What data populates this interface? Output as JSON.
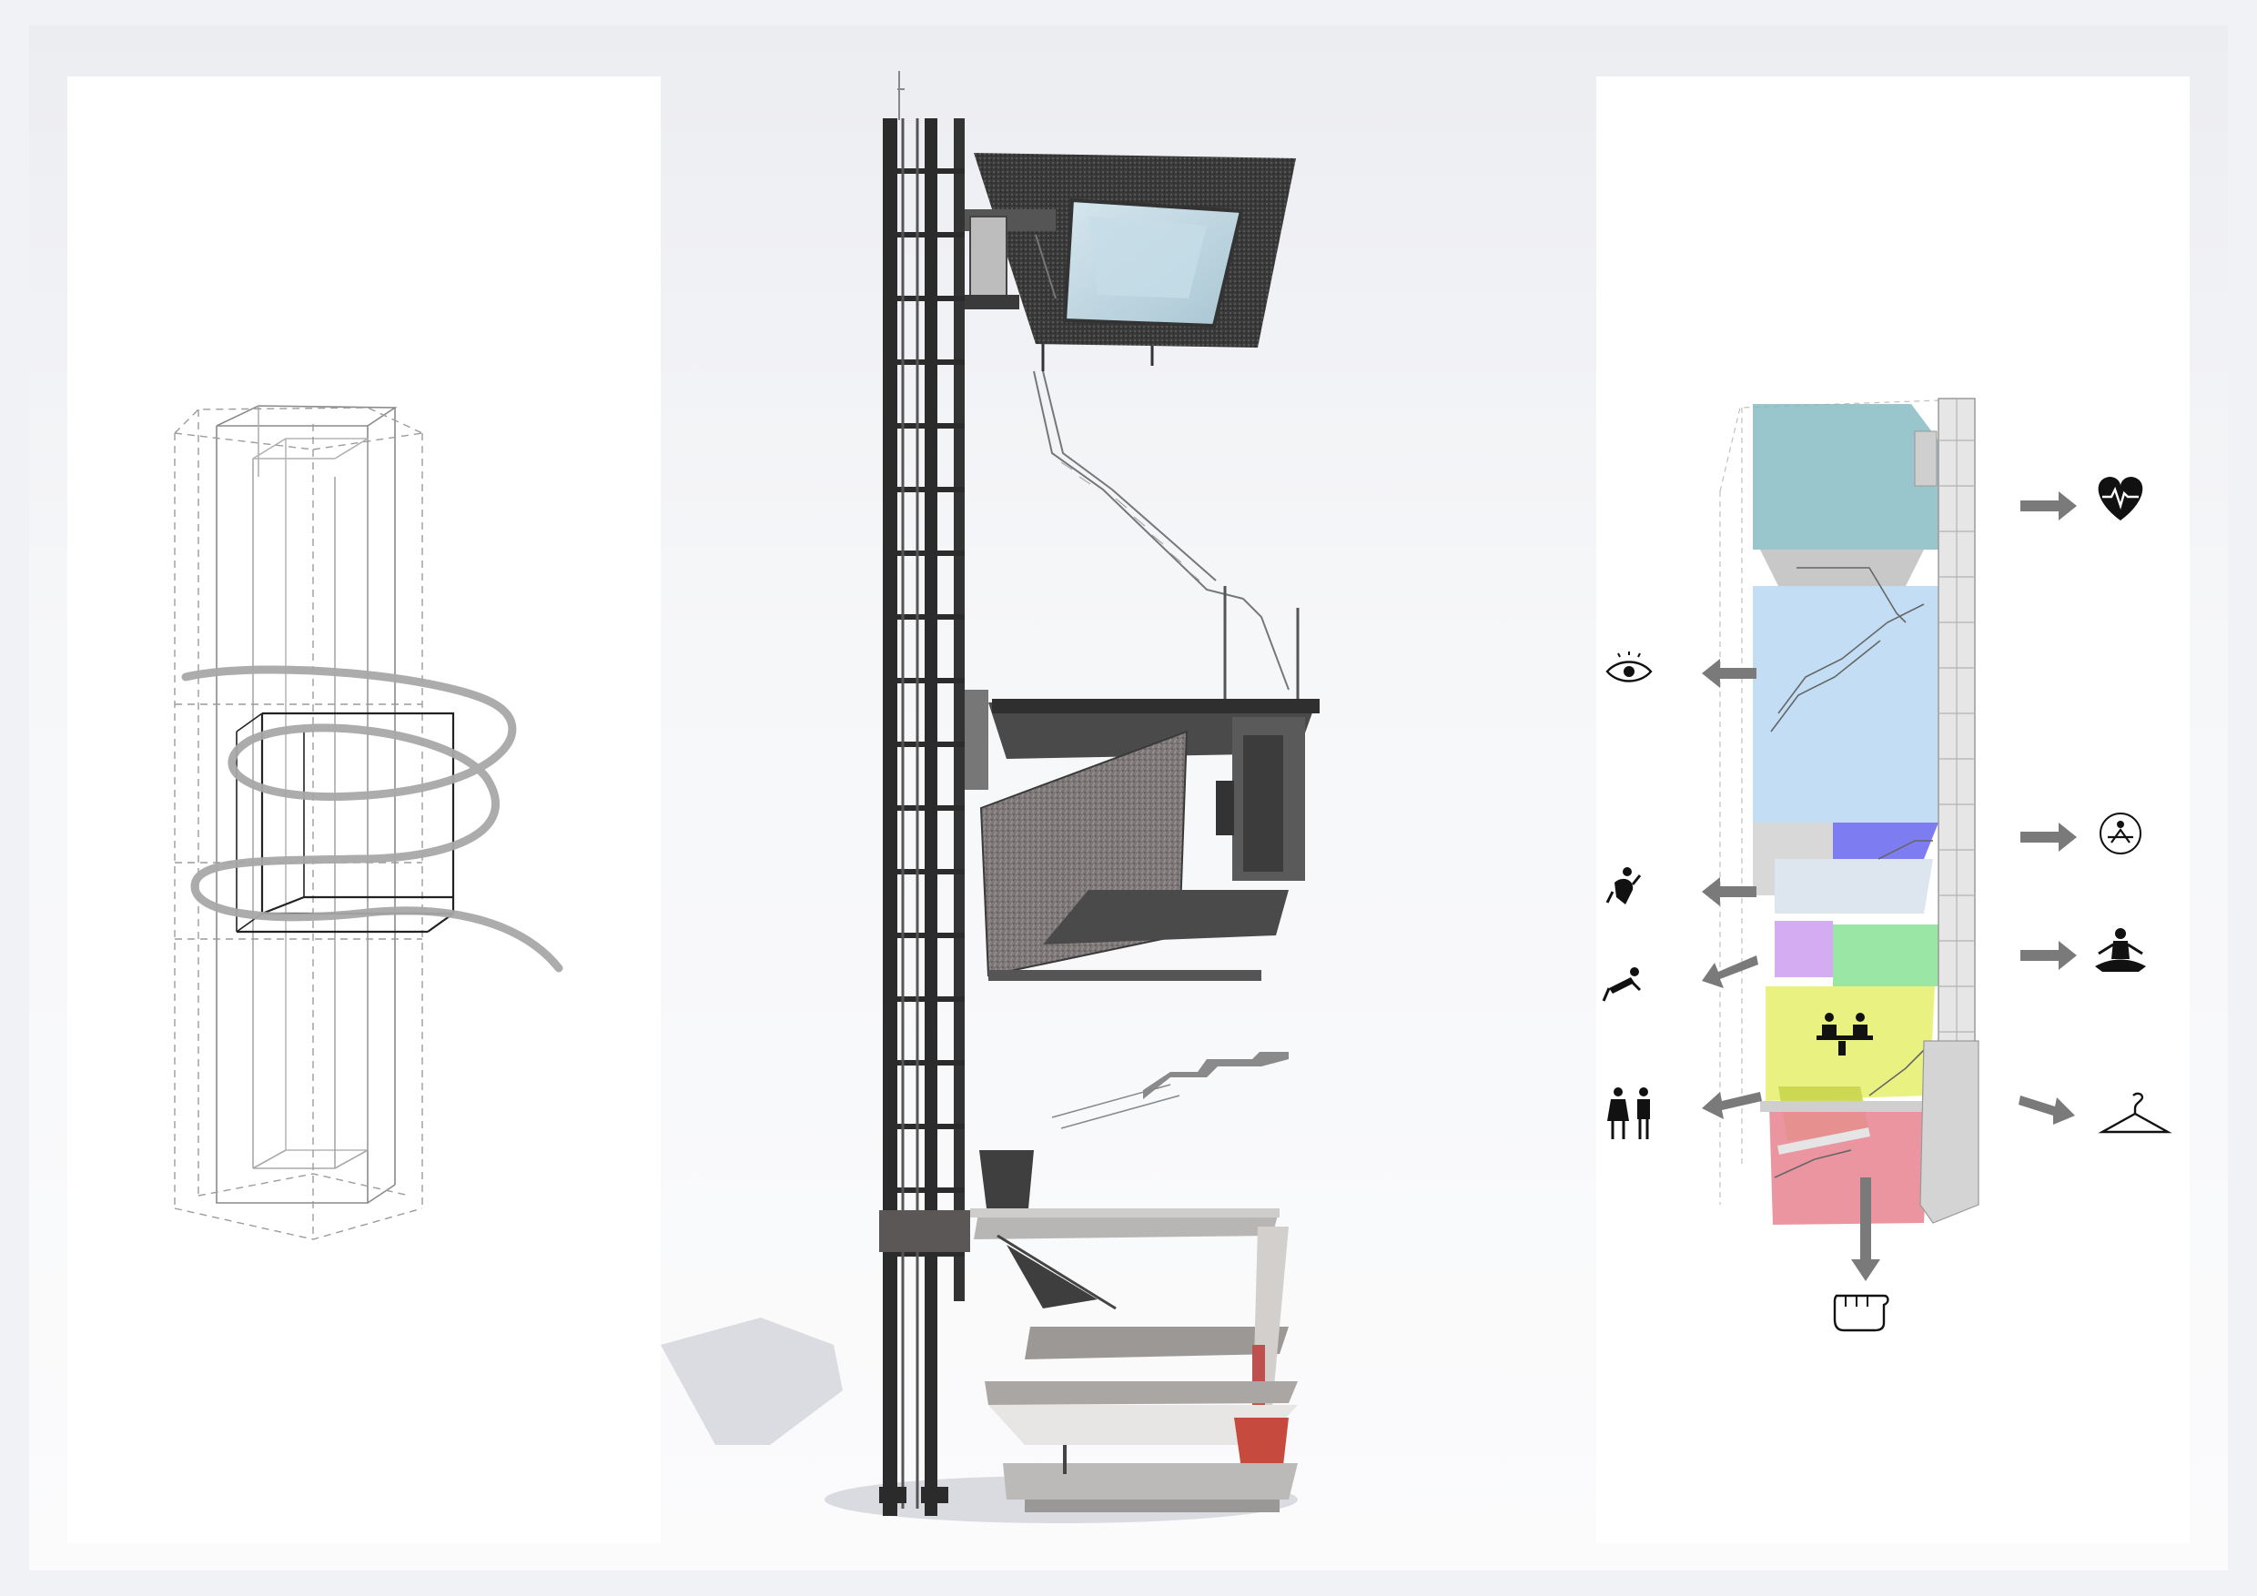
{
  "board": {
    "panels": [
      {
        "id": "concept",
        "content": "wireframe-volume-with-spiral-path"
      },
      {
        "id": "section",
        "content": "tower-section-with-stairs-and-lift"
      },
      {
        "id": "program",
        "content": "colored-program-axonometric"
      }
    ]
  },
  "colors": {
    "sheet_bg": "#f1f2f5",
    "panel_bg": "#ffffff",
    "spiral": "#a8a8a8",
    "structure": "#2b2b2b",
    "arrow": "#7a7a7a",
    "program_levels": [
      {
        "name": "top-observation",
        "color": "#7fb6c0"
      },
      {
        "name": "atrium",
        "color": "#b9d8f2"
      },
      {
        "name": "purple-room",
        "color": "#6f6ff0"
      },
      {
        "name": "lavender-room",
        "color": "#cfa3f0"
      },
      {
        "name": "green-room",
        "color": "#8fe39a"
      },
      {
        "name": "yellow-room",
        "color": "#e5f06b"
      },
      {
        "name": "red-room",
        "color": "#e98a96"
      }
    ]
  },
  "icons": [
    {
      "name": "heart-pulse-icon",
      "side": "right",
      "level": 1
    },
    {
      "name": "eye-icon",
      "side": "left",
      "level": 2
    },
    {
      "name": "meditation-circle-icon",
      "side": "right",
      "level": 3
    },
    {
      "name": "climbing-person-icon",
      "side": "left",
      "level": 4
    },
    {
      "name": "yoga-pose-icon",
      "side": "right",
      "level": 5
    },
    {
      "name": "reclining-person-icon",
      "side": "left",
      "level": 5
    },
    {
      "name": "dining-people-icon",
      "side": "center",
      "level": 6
    },
    {
      "name": "restroom-people-icon",
      "side": "left",
      "level": 7
    },
    {
      "name": "coat-hanger-icon",
      "side": "right",
      "level": 7
    },
    {
      "name": "fist-icon",
      "side": "bottom",
      "level": 8
    }
  ]
}
